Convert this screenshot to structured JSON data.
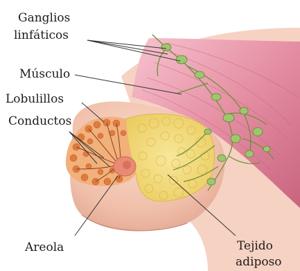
{
  "labels": {
    "lymph_nodes_line1": "Ganglios",
    "lymph_nodes_line2": "linfáticos",
    "muscle": "Músculo",
    "lobules": "Lobulillos",
    "ducts": "Conductos",
    "areola": "Areola",
    "fat_line1": "Tejido",
    "fat_line2": "adiposo"
  },
  "colors": {
    "skin": "#f3c7b4",
    "skin_shadow": "#e6a994",
    "muscle": "#e58fa3",
    "muscle_dark": "#cf6d86",
    "fat": "#f4dc72",
    "fat_outline": "#d9b94a",
    "lobule": "#e07b3f",
    "lobule_light": "#f2b07a",
    "areola": "#e98a74",
    "lymph_node": "#9ec66e",
    "vessel": "#6d8f3c",
    "leader_line": "#333333"
  }
}
